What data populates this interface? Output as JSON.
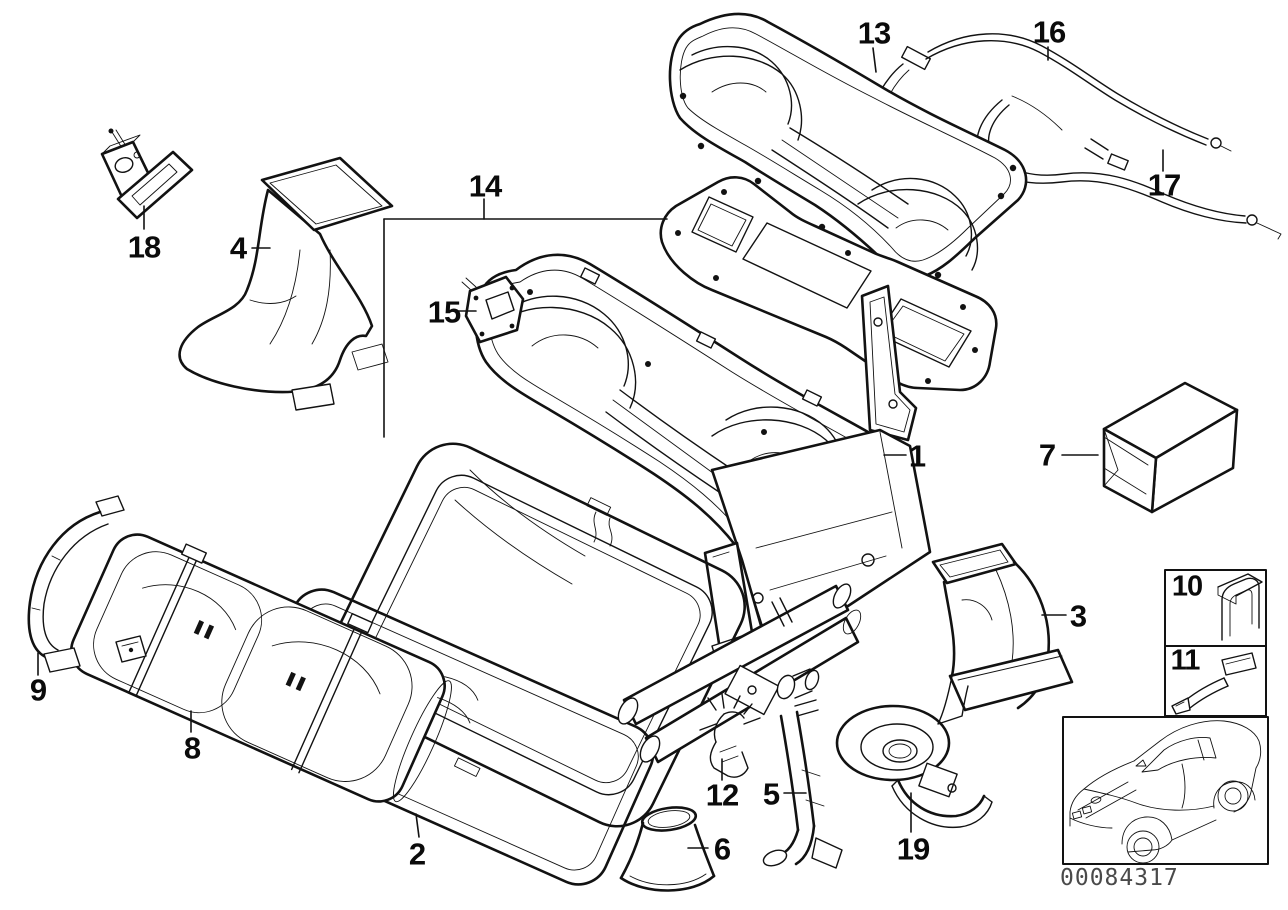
{
  "diagram": {
    "doc_number": "00084317",
    "callouts": {
      "c1": "1",
      "c2": "2",
      "c3": "3",
      "c4": "4",
      "c5": "5",
      "c6": "6",
      "c7": "7",
      "c8": "8",
      "c9": "9",
      "c10": "10",
      "c11": "11",
      "c12": "12",
      "c13": "13",
      "c14": "14",
      "c15": "15",
      "c16": "16",
      "c17": "17",
      "c18": "18",
      "c19": "19"
    },
    "colors": {
      "line": "#121212",
      "background": "#ffffff",
      "doc_number": "#4a4a4a"
    },
    "icons": {
      "car_inset": "car-outline-icon"
    }
  }
}
